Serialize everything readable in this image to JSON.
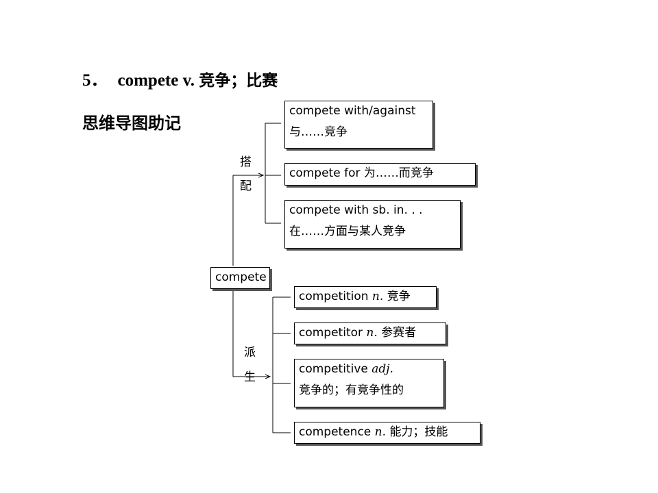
{
  "header": {
    "number": "5．",
    "word": "compete v.",
    "meaning": "竞争；比赛",
    "subtitle": "思维导图助记"
  },
  "center": {
    "label": "compete"
  },
  "groups": {
    "collocation": {
      "char1": "搭",
      "char2": "配"
    },
    "derivation": {
      "char1": "派",
      "char2": "生"
    }
  },
  "collocations": [
    {
      "line1": "compete with/against",
      "line2": "与……竞争"
    },
    {
      "line1": "compete for 为……而竞争"
    },
    {
      "line1": "compete with sb. in. . .",
      "line2": "在……方面与某人竞争"
    }
  ],
  "derivatives": [
    {
      "word": "competition",
      "pos": "n.",
      "meaning": "竞争"
    },
    {
      "word": "competitor",
      "pos": "n.",
      "meaning": "参赛者"
    },
    {
      "word": "competitive",
      "pos": "adj.",
      "meaning": "竞争的；有竞争性的"
    },
    {
      "word": "competence",
      "pos": "n.",
      "meaning": "能力；技能"
    }
  ]
}
